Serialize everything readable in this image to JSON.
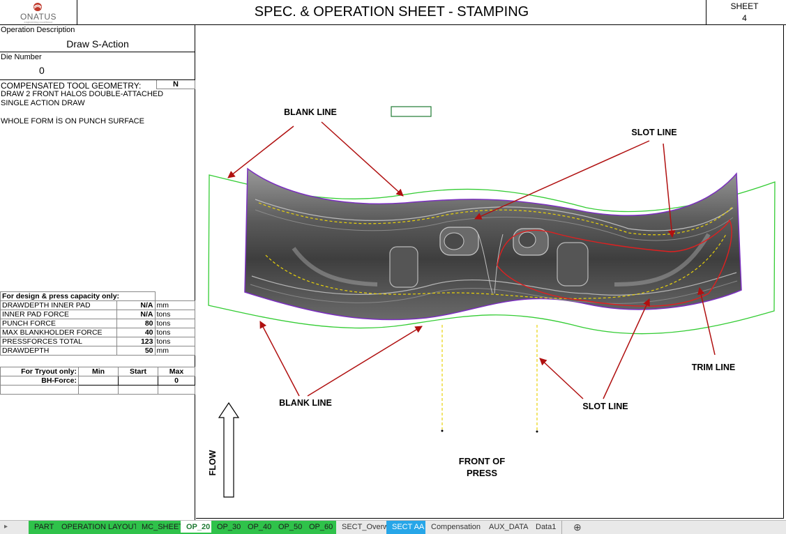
{
  "header": {
    "logo_text": "ONATUS",
    "logo_tagline": "engineering excellence",
    "title": "SPEC. & OPERATION SHEET - STAMPING",
    "sheet_label": "SHEET",
    "sheet_number": "4"
  },
  "left": {
    "op_desc_label": "Operation Description",
    "op_desc_value": "Draw S-Action",
    "die_label": "Die Number",
    "die_value": "0",
    "comp_label": "COMPENSATED TOOL GEOMETRY:",
    "comp_value": "N",
    "notes": [
      "DRAW 2 FRONT HALOS DOUBLE-ATTACHED",
      "SINGLE ACTION DRAW",
      "",
      "WHOLE FORM İS ON PUNCH SURFACE"
    ],
    "design_header": "For design & press capacity only:",
    "design_rows": [
      {
        "label": "DRAWDEPTH INNER PAD",
        "value": "N/A",
        "unit": "mm"
      },
      {
        "label": "INNER PAD FORCE",
        "value": "N/A",
        "unit": "tons"
      },
      {
        "label": "PUNCH FORCE",
        "value": "80",
        "unit": "tons"
      },
      {
        "label": "MAX BLANKHOLDER FORCE",
        "value": "40",
        "unit": "tons"
      },
      {
        "label": "PRESSFORCES TOTAL",
        "value": "123",
        "unit": "tons"
      },
      {
        "label": "DRAWDEPTH",
        "value": "50",
        "unit": "mm"
      }
    ],
    "tryout_header": "For Tryout only:",
    "tryout_cols": [
      "Min",
      "Start",
      "Max"
    ],
    "tryout_row_label": "BH-Force:",
    "tryout_row_values": [
      "",
      "",
      "0"
    ]
  },
  "drawing": {
    "callouts": {
      "blank_line_top": "BLANK LINE",
      "slot_line_top": "SLOT LINE",
      "trim_line": "TRIM LINE",
      "blank_line_bottom": "BLANK LINE",
      "slot_line_bottom": "SLOT LINE",
      "flow": "FLOW",
      "front_line1": "FRONT OF",
      "front_line2": "PRESS"
    },
    "colors": {
      "blank_line": "#33cc33",
      "trim_line": "#7b2fbf",
      "slot_line": "#e02020",
      "dashed": "#e8d20a",
      "arrow": "#b01010"
    }
  },
  "tabs": {
    "items": [
      {
        "label": "PART",
        "style": "green"
      },
      {
        "label": "OPERATION LAYOUT",
        "style": "green"
      },
      {
        "label": "MC_SHEET",
        "style": "green"
      },
      {
        "label": "OP_20",
        "style": "active"
      },
      {
        "label": "OP_30",
        "style": "green"
      },
      {
        "label": "OP_40",
        "style": "green"
      },
      {
        "label": "OP_50",
        "style": "green"
      },
      {
        "label": "OP_60",
        "style": "green"
      },
      {
        "label": "SECT_Overw",
        "style": "plain"
      },
      {
        "label": "SECT AA",
        "style": "blue"
      },
      {
        "label": "Compensation",
        "style": "plain"
      },
      {
        "label": "AUX_DATA",
        "style": "plain"
      },
      {
        "label": "Data1",
        "style": "plain"
      }
    ],
    "add_icon": "⊕",
    "nav_icon": "▸"
  }
}
